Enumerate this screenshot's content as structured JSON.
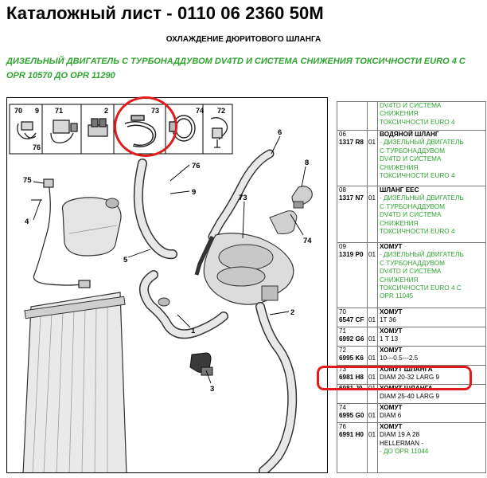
{
  "header": {
    "title": "Каталожный лист - 0110 06 2360 50M",
    "subtitle": "ОХЛАЖДЕНИЕ ДЮРИТОВОГО ШЛАНГА",
    "application_line1": "ДИЗЕЛЬНЫЙ ДВИГАТЕЛЬ С ТУРБОНАДДУВОМ DV4TD И СИСТЕМА СНИЖЕНИЯ ТОКСИЧНОСТИ EURO 4 C",
    "application_line2": "OPR 10570 ДО OPR 11290"
  },
  "diagram": {
    "inset_numbers": [
      "70",
      "9",
      "76",
      "71",
      "2",
      "73",
      "74",
      "72"
    ],
    "callouts": [
      "75",
      "4",
      "76",
      "9",
      "6",
      "8",
      "73",
      "74",
      "5",
      "1",
      "2",
      "3"
    ]
  },
  "parts": {
    "top_note": "DV4TD И СИСТЕМА\nСНИЖЕНИЯ\nТОКСИЧНОСТИ EURO 4",
    "rows": [
      {
        "index": "06",
        "code": "1317 R8",
        "qty": "01",
        "name": "ВОДЯНОЙ ШЛАНГ",
        "note": "- ДИЗЕЛЬНЫЙ ДВИГАТЕЛЬ\nС ТУРБОНАДДУВОМ\nDV4TD И СИСТЕМА\nСНИЖЕНИЯ\nТОКСИЧНОСТИ EURO 4",
        "detail": ""
      },
      {
        "index": "08",
        "code": "1317 N7",
        "qty": "01",
        "name": "ШЛАНГ ЕЕС",
        "note": "- ДИЗЕЛЬНЫЙ ДВИГАТЕЛЬ\nС ТУРБОНАДДУВОМ\nDV4TD И СИСТЕМА\nСНИЖЕНИЯ\nТОКСИЧНОСТИ EURO 4",
        "detail": ""
      },
      {
        "index": "09",
        "code": "1319 P0",
        "qty": "01",
        "name": "ХОМУТ",
        "note": "- ДИЗЕЛЬНЫЙ ДВИГАТЕЛЬ\nС ТУРБОНАДДУВОМ\nDV4TD И СИСТЕМА\nСНИЖЕНИЯ\nТОКСИЧНОСТИ EURO 4 С\nOPR 11045",
        "detail": ""
      },
      {
        "index": "70",
        "code": "6547 CF",
        "qty": "01",
        "name": "ХОМУТ",
        "note": "",
        "detail": "1T 36"
      },
      {
        "index": "71",
        "code": "6992 G6",
        "qty": "01",
        "name": "ХОМУТ",
        "note": "",
        "detail": "1 T 13"
      },
      {
        "index": "72",
        "code": "6995 K6",
        "qty": "01",
        "name": "ХОМУТ",
        "note": "",
        "detail": "10---0.5---2.5"
      },
      {
        "index": "73",
        "code": "6981 H8",
        "qty": "01",
        "name": "ХОМУТ ШЛАНГА",
        "note": "",
        "detail": "DIAM 20-32 LARG 9"
      },
      {
        "index": "",
        "code": "6981 J0",
        "qty": "01",
        "name": "ХОМУТ ШЛАНГА",
        "note": "",
        "detail": "DIAM 25-40 LARG 9"
      },
      {
        "index": "74",
        "code": "6995 G0",
        "qty": "01",
        "name": "ХОМУТ",
        "note": "",
        "detail": "DIAM 6"
      },
      {
        "index": "76",
        "code": "6991 H0",
        "qty": "01",
        "name": "ХОМУТ",
        "note": "- ДО OPR 11044",
        "detail": "DIAM 19 A 28\nHELLERMAN -"
      }
    ]
  },
  "colors": {
    "application_text": "#2fa530",
    "highlight": "#e01b1b",
    "callout_box": "#000000",
    "line_art": "#222222"
  }
}
